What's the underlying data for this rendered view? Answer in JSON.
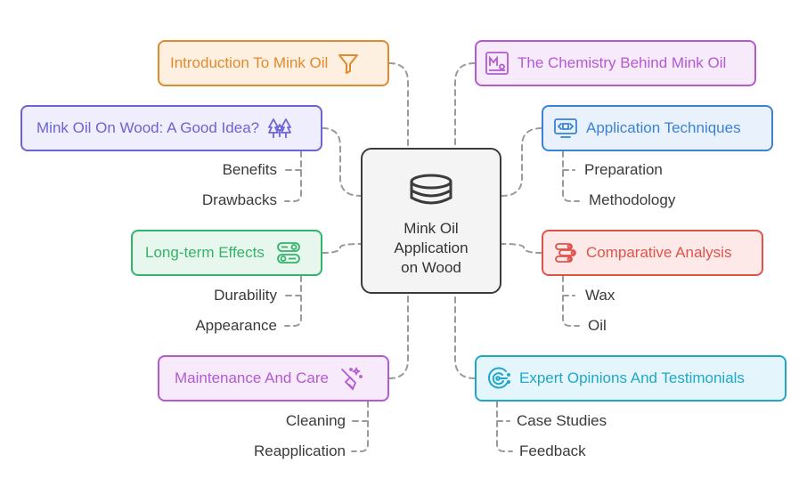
{
  "center": {
    "lines": [
      "Mink Oil",
      "Application",
      "on Wood"
    ],
    "icon": "bowl-icon"
  },
  "topics": [
    {
      "label": "Introduction To Mink Oil",
      "icon": "funnel-icon",
      "color": "#e08a2e",
      "bg": "#fdf0e0",
      "subtopics": []
    },
    {
      "label": "Mink Oil On Wood: A Good Idea?",
      "icon": "trees-icon",
      "color": "#6c63d6",
      "bg": "#efeefc",
      "subtopics": [
        "Benefits",
        "Drawbacks"
      ]
    },
    {
      "label": "Long-term Effects",
      "icon": "toggle-list-icon",
      "color": "#34b36a",
      "bg": "#e8f7ee",
      "subtopics": [
        "Durability",
        "Appearance"
      ]
    },
    {
      "label": "Maintenance And Care",
      "icon": "broom-icon",
      "color": "#b45ad1",
      "bg": "#f6eafb",
      "subtopics": [
        "Cleaning",
        "Reapplication"
      ]
    },
    {
      "label": "The Chemistry Behind Mink Oil",
      "icon": "element-icon",
      "color": "#b45ad1",
      "bg": "#f6eafb",
      "subtopics": []
    },
    {
      "label": "Application Techniques",
      "icon": "monitor-code-icon",
      "color": "#3b82d6",
      "bg": "#e8f1fc",
      "subtopics": [
        "Preparation",
        "Methodology"
      ]
    },
    {
      "label": "Comparative Analysis",
      "icon": "logs-icon",
      "color": "#e0534a",
      "bg": "#fde9e8",
      "subtopics": [
        "Wax",
        "Oil"
      ]
    },
    {
      "label": "Expert Opinions And Testimonials",
      "icon": "target-icon",
      "color": "#1fa7c9",
      "bg": "#e4f6fb",
      "subtopics": [
        "Case Studies",
        "Feedback"
      ]
    }
  ],
  "colors": {
    "connector": "#9a9a9a",
    "center_border": "#3b3b3b",
    "center_bg": "#f4f4f4"
  }
}
